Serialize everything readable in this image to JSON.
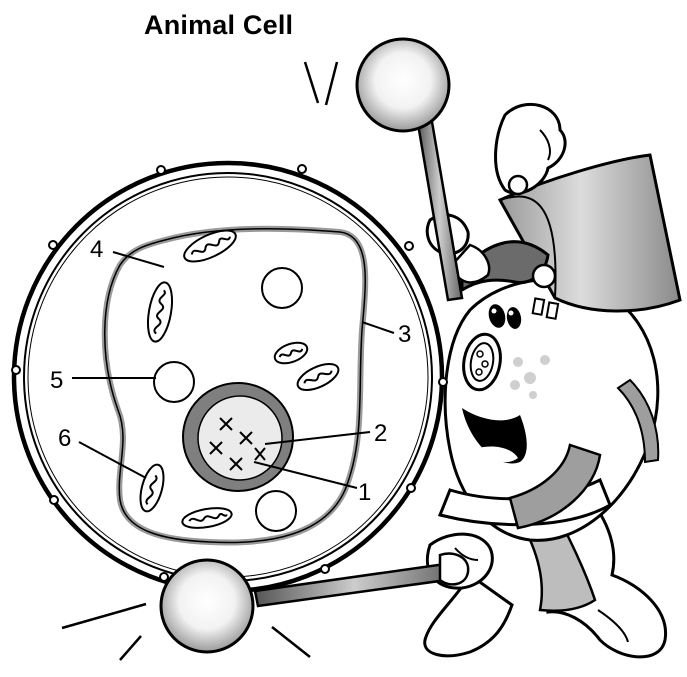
{
  "title": "Animal Cell",
  "labels": {
    "l1": "1",
    "l2": "2",
    "l3": "3",
    "l4": "4",
    "l5": "5",
    "l6": "6"
  },
  "icons": [
    "drum-icon",
    "mallet-icon",
    "cartoon-cell-character-icon"
  ]
}
